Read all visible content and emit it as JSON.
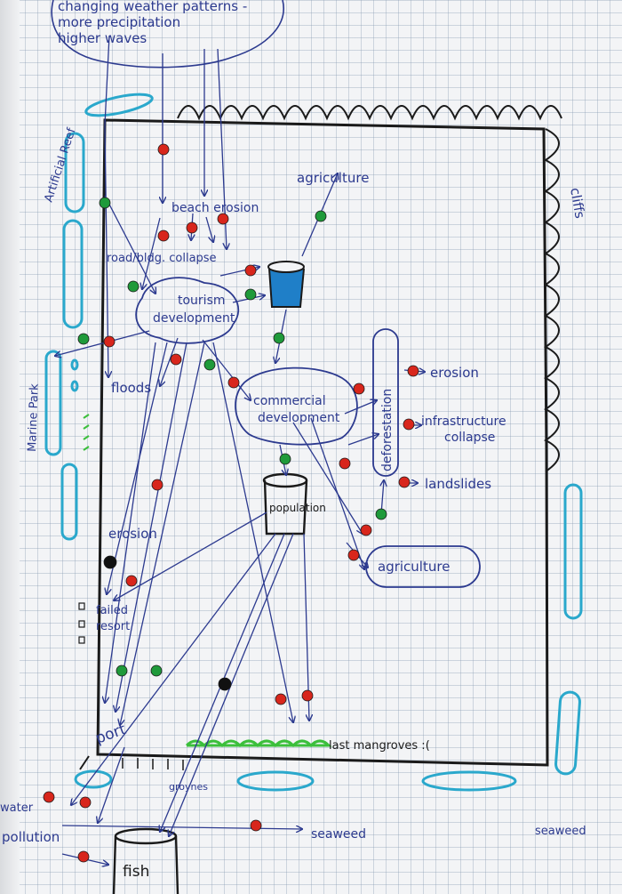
{
  "colors": {
    "ink_blue": "#2c3a8f",
    "ink_black": "#1a1a1a",
    "teal": "#2aa8cc",
    "dot_red": "#d8261c",
    "dot_green": "#1f9a3a",
    "dot_black": "#111111",
    "water_blue": "#1f7fc8",
    "mangrove_green": "#3bbf3b"
  },
  "cloud": {
    "line1": "changing weather patterns -",
    "line2": "more precipitation",
    "line3": "higher waves"
  },
  "labels": {
    "artificial_reef": "Artificial Reef",
    "marine_park": "Marine Park",
    "cliffs": "cliffs",
    "beach_erosion": "beach erosion",
    "road_collapse": "road/bldg. collapse",
    "agriculture_top": "agriculture",
    "tourism_line1": "tourism",
    "tourism_line2": "development",
    "floods": "floods",
    "commercial_line1": "commercial",
    "commercial_line2": "development",
    "deforestation": "deforestation",
    "erosion_right": "erosion",
    "infra_line1": "infrastructure",
    "infra_line2": "collapse",
    "landslides": "landslides",
    "population": "population",
    "agriculture_bottom": "agriculture",
    "erosion_left": "erosion",
    "failed_line1": "failed",
    "failed_line2": "resort",
    "port": "port",
    "last_mangroves": "last mangroves :(",
    "groynes": "groynes",
    "water": "water",
    "pollution": "pollution",
    "seaweed_center": "seaweed",
    "seaweed_right": "seaweed",
    "fish": "fish"
  }
}
